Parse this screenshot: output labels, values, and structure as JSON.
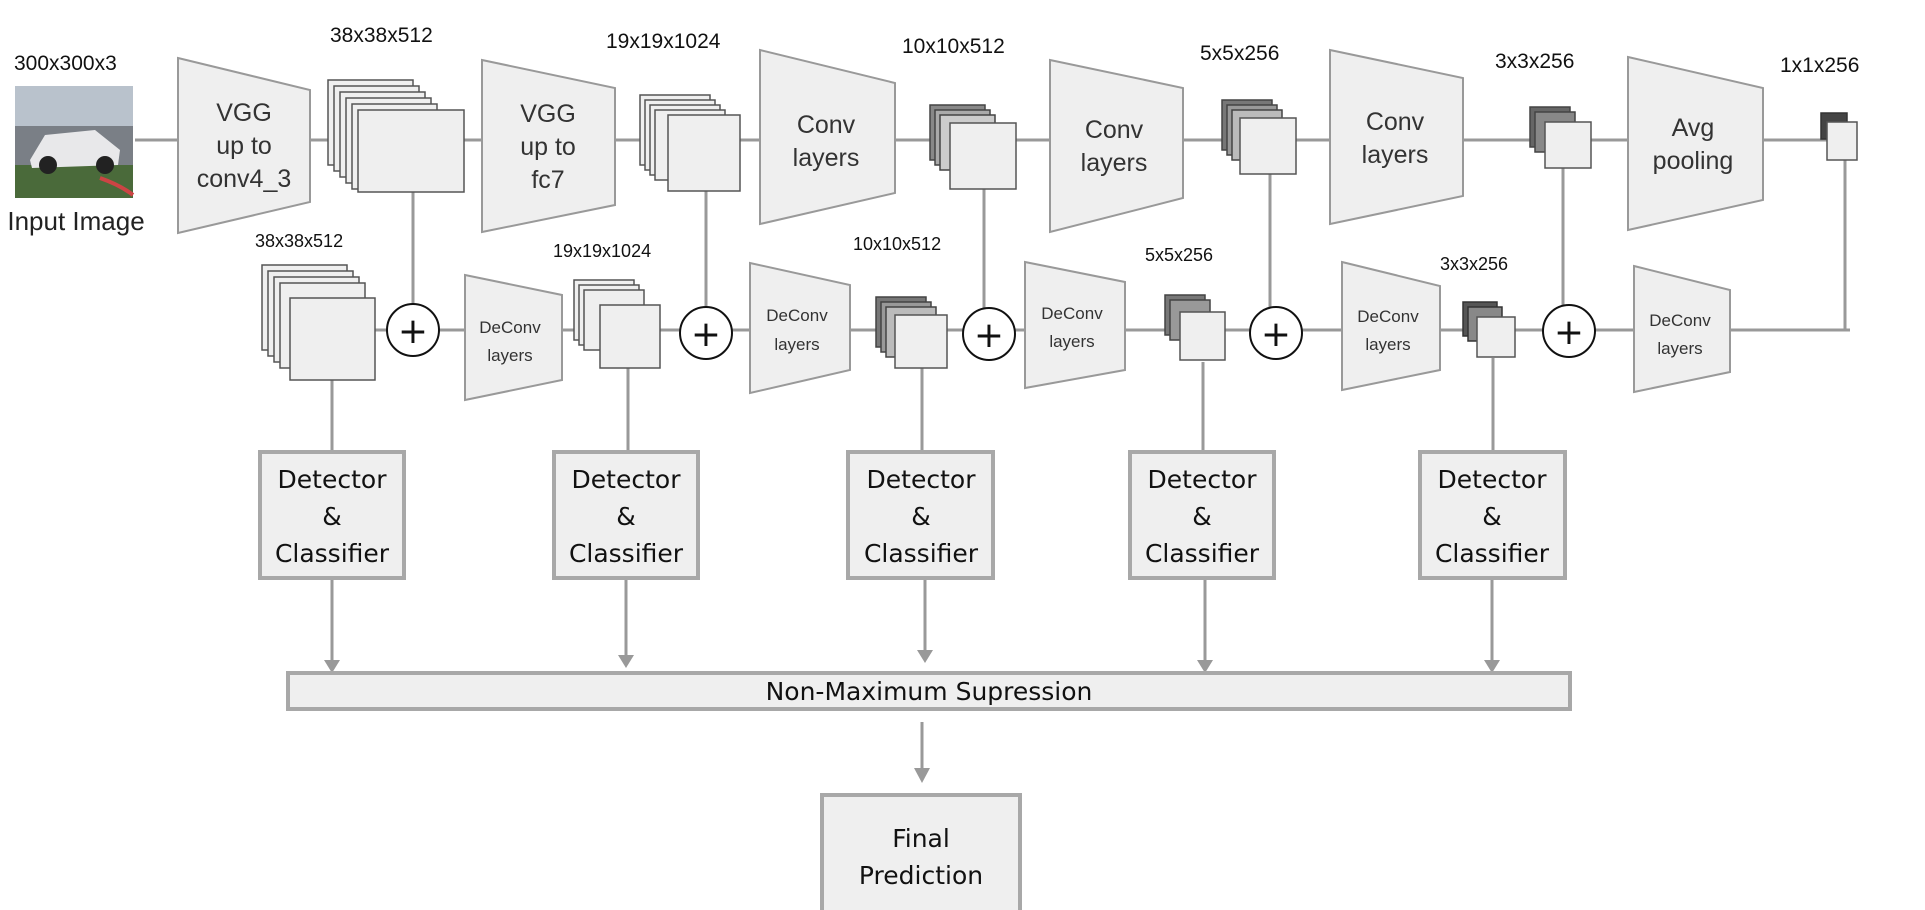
{
  "input": {
    "size": "300x300x3",
    "label": "Input Image"
  },
  "top_blocks": [
    {
      "lines": [
        "VGG",
        "up to",
        "conv4_3"
      ]
    },
    {
      "lines": [
        "VGG",
        "up to",
        "fc7"
      ]
    },
    {
      "lines": [
        "Conv",
        "layers"
      ]
    },
    {
      "lines": [
        "Conv",
        "layers"
      ]
    },
    {
      "lines": [
        "Conv",
        "layers"
      ]
    },
    {
      "lines": [
        "Avg",
        "pooling"
      ]
    }
  ],
  "top_dims": [
    "38x38x512",
    "19x19x1024",
    "10x10x512",
    "5x5x256",
    "3x3x256",
    "1x1x256"
  ],
  "bottom_dims": [
    "38x38x512",
    "19x19x1024",
    "10x10x512",
    "5x5x256",
    "3x3x256"
  ],
  "deconv_blocks": [
    {
      "lines": [
        "DeConv",
        "layers"
      ]
    },
    {
      "lines": [
        "DeConv",
        "layers"
      ]
    },
    {
      "lines": [
        "DeConv",
        "layers"
      ]
    },
    {
      "lines": [
        "DeConv",
        "layers"
      ]
    },
    {
      "lines": [
        "DeConv",
        "layers"
      ]
    }
  ],
  "merge_symbol": "+",
  "detectors": [
    {
      "lines": [
        "Detector",
        "&",
        "Classifier"
      ]
    },
    {
      "lines": [
        "Detector",
        "&",
        "Classifier"
      ]
    },
    {
      "lines": [
        "Detector",
        "&",
        "Classifier"
      ]
    },
    {
      "lines": [
        "Detector",
        "&",
        "Classifier"
      ]
    },
    {
      "lines": [
        "Detector",
        "&",
        "Classifier"
      ]
    }
  ],
  "nms": {
    "label": "Non-Maximum Supression"
  },
  "final": {
    "lines": [
      "Final",
      "Prediction"
    ]
  },
  "colors": {
    "block_fill": "#efefef",
    "block_stroke": "#999999",
    "box_stroke": "#a8a8a8",
    "line": "#999999",
    "dark_cube": "#666666"
  }
}
